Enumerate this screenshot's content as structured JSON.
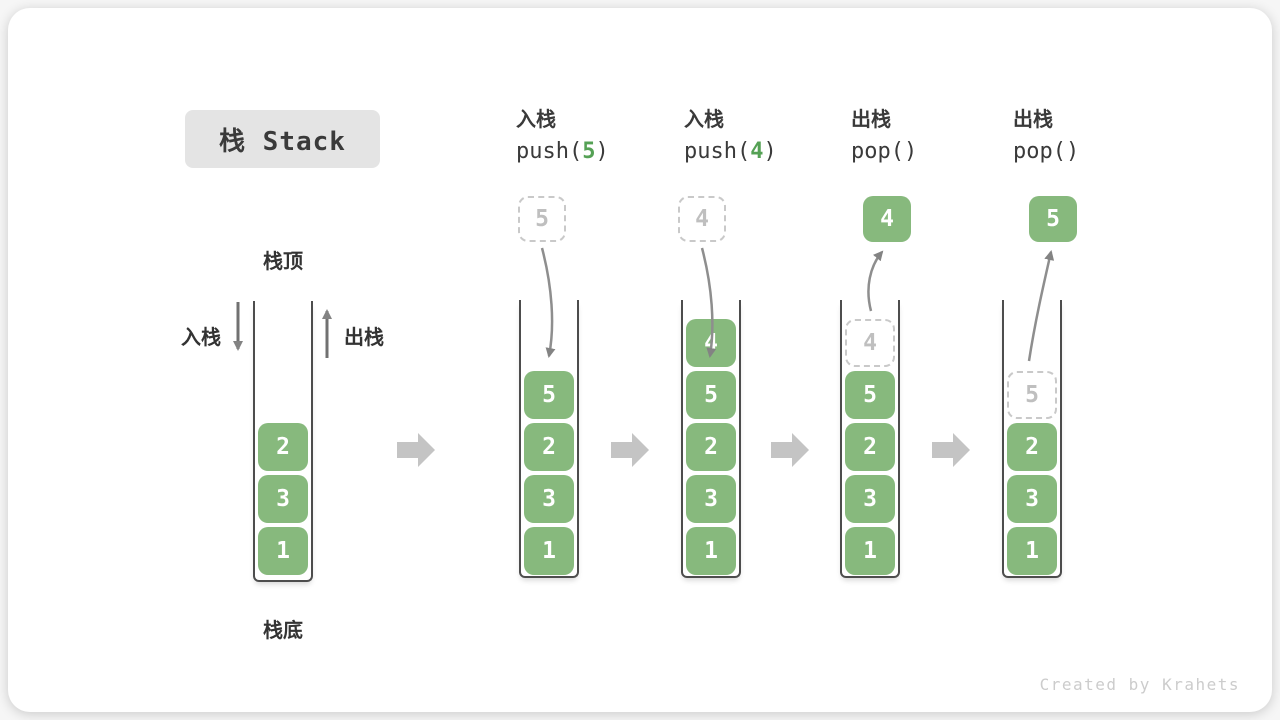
{
  "title": "栈 Stack",
  "watermark": "Created by Krahets",
  "colors": {
    "box_green": "#87b97d",
    "code_arg_green": "#55a155",
    "ghost_gray": "#bfbfbf",
    "block_arrow_gray": "#c4c4c4",
    "title_bg": "#e4e4e4",
    "text_dark": "#3a3a3a"
  },
  "diagram": {
    "stack_top_label": "栈顶",
    "stack_bottom_label": "栈底",
    "push_label": "入栈",
    "pop_label": "出栈",
    "base_stack": [
      "2",
      "3",
      "1"
    ]
  },
  "columns": [
    {
      "op": "入栈",
      "code_pre": "push(",
      "code_arg": "5",
      "code_post": ")",
      "float_value": "5",
      "stack": [
        "5",
        "2",
        "3",
        "1"
      ]
    },
    {
      "op": "入栈",
      "code_pre": "push(",
      "code_arg": "4",
      "code_post": ")",
      "float_value": "4",
      "stack": [
        "4",
        "5",
        "2",
        "3",
        "1"
      ]
    },
    {
      "op": "出栈",
      "code_pre": "pop(",
      "code_arg": "",
      "code_post": ")",
      "float_value": "4",
      "ghost": "4",
      "stack": [
        "5",
        "2",
        "3",
        "1"
      ]
    },
    {
      "op": "出栈",
      "code_pre": "pop(",
      "code_arg": "",
      "code_post": ")",
      "float_value": "5",
      "ghost": "5",
      "stack": [
        "2",
        "3",
        "1"
      ]
    }
  ]
}
